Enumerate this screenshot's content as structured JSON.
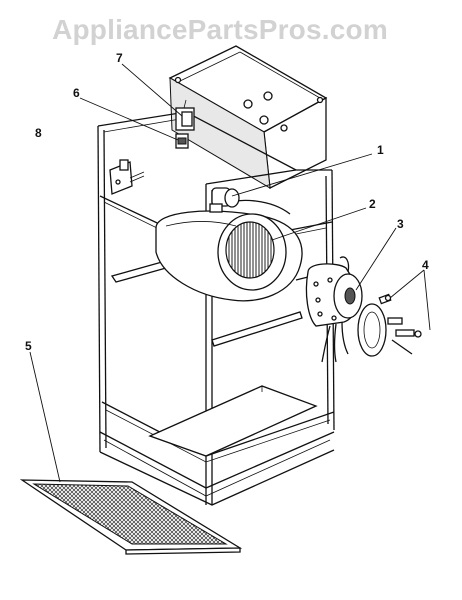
{
  "watermark": "AppliancePartsPros.com",
  "callouts": [
    {
      "id": "1",
      "label": "1"
    },
    {
      "id": "2",
      "label": "2"
    },
    {
      "id": "3",
      "label": "3"
    },
    {
      "id": "4",
      "label": "4"
    },
    {
      "id": "5",
      "label": "5"
    },
    {
      "id": "6",
      "label": "6"
    },
    {
      "id": "7",
      "label": "7"
    },
    {
      "id": "8",
      "label": "8"
    }
  ]
}
